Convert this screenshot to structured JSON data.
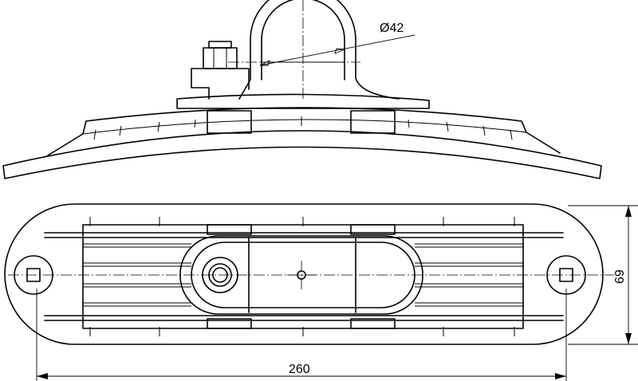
{
  "dimensions": {
    "pipe_diameter": "Ø42",
    "length": "260",
    "width": "69"
  }
}
